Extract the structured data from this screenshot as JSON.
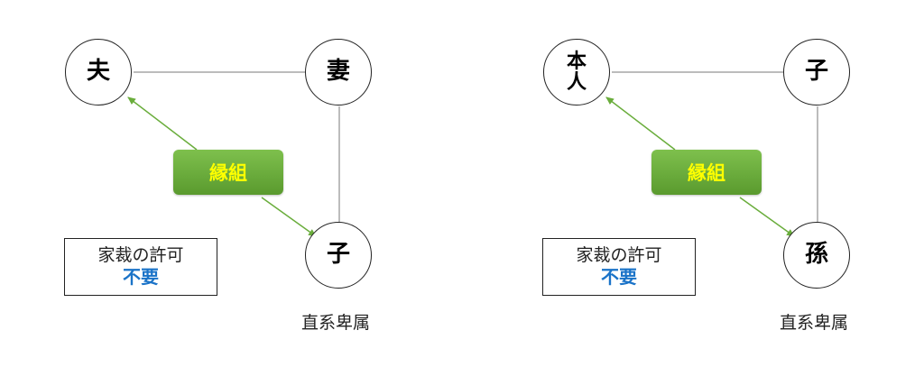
{
  "diagrams": [
    {
      "node_top_left": "夫",
      "node_top_right": "妻",
      "node_bottom": "子",
      "badge": "縁組",
      "note_title": "家裁の許可",
      "note_value": "不要",
      "relation": "直系卑属"
    },
    {
      "node_top_left": "本\n人",
      "node_top_right": "子",
      "node_bottom": "孫",
      "badge": "縁組",
      "note_title": "家裁の許可",
      "note_value": "不要",
      "relation": "直系卑属"
    }
  ],
  "colors": {
    "badge_fill": "#6aad3c",
    "badge_text": "#ffff00",
    "arrow": "#6aad3c",
    "note_value": "#1a73c8"
  }
}
